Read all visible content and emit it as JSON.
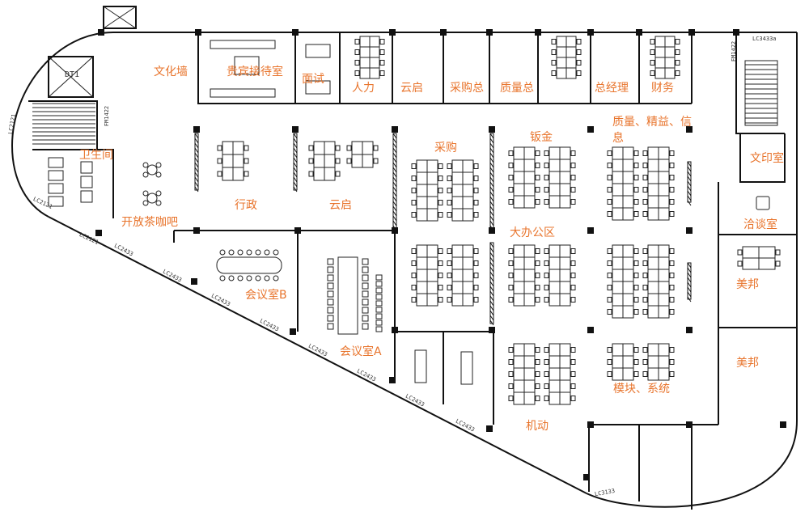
{
  "labels": {
    "culture_wall": "文化墙",
    "vip_reception": "贵宾接待室",
    "interview": "面试",
    "hr": "人力",
    "yunqi_office": "云启",
    "purchase_head": "采购总",
    "quality_head": "质量总",
    "gm": "总经理",
    "finance": "财务",
    "restroom": "卫生间",
    "coffee_bar": "开放茶咖吧",
    "admin": "行政",
    "yunqi_area": "云启",
    "purchase": "采购",
    "sheet_metal": "钣金",
    "quality_info": "质量、精益、信息",
    "print_room": "文印室",
    "negotiation": "洽谈室",
    "meibang_1": "美邦",
    "meibang_2": "美邦",
    "open_office": "大办公区",
    "meeting_b": "会议室B",
    "meeting_a": "会议室A",
    "module_system": "模块、系统",
    "mechatronics": "机动"
  },
  "tags": {
    "elevator": "DT1",
    "elev_code": "LC2121",
    "fm_left": "FM1422",
    "fm_right": "FM1422",
    "lc_right": "LC3433a",
    "lc_edge_1": "LC2121",
    "lc_edge_2": "LC2121",
    "lc_win_1": "LC2433",
    "lc_win_2": "LC2433",
    "lc_win_3": "LC2433",
    "lc_win_4": "LC2433",
    "lc_win_5": "LC2433",
    "lc_win_6": "LC2433",
    "lc_win_7": "LC2433",
    "lc_win_8": "LC2433",
    "lc_win_9": "LC3133"
  },
  "colors": {
    "label": "#e8742c",
    "line": "#111111",
    "furniture": "#222222"
  }
}
